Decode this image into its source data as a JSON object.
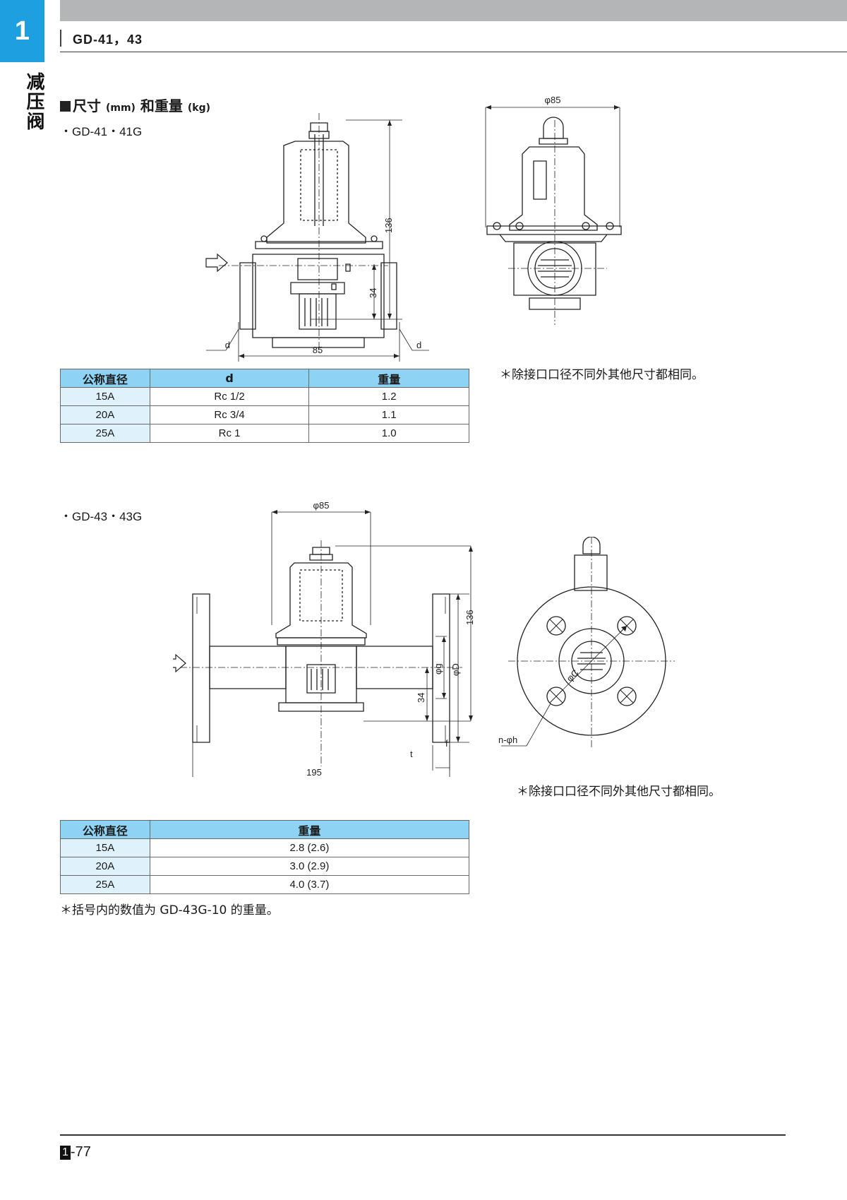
{
  "header": {
    "chapter": "1",
    "category": "减压阀",
    "model": "GD-41，43"
  },
  "section": {
    "marker": "■",
    "title_main": "尺寸",
    "unit1": "(mm)",
    "and_text": "和重量",
    "unit2": "(kg)"
  },
  "gd41": {
    "label": "・GD-41・41G",
    "dims": {
      "phi85": "φ85",
      "h136": "136",
      "h34": "34",
      "w85": "85",
      "d_left": "d",
      "d_right": "d"
    },
    "note": "＊除接口口径不同外其他尺寸都相同。",
    "table": {
      "headers": [
        "公称直径",
        "d",
        "重量"
      ],
      "rows": [
        [
          "15A",
          "Rc 1/2",
          "1.2"
        ],
        [
          "20A",
          "Rc 3/4",
          "1.1"
        ],
        [
          "25A",
          "Rc 1",
          "1.0"
        ]
      ]
    }
  },
  "gd43": {
    "label": "・GD-43・43G",
    "dims": {
      "phi85": "φ85",
      "h136": "136",
      "phig": "φg",
      "phiD": "φD",
      "h34": "34",
      "w195": "195",
      "t": "t",
      "f": "f",
      "phiC": "φC",
      "nphih": "n-φh"
    },
    "note": "＊除接口口径不同外其他尺寸都相同。",
    "table": {
      "headers": [
        "公称直径",
        "重量"
      ],
      "rows": [
        [
          "15A",
          "2.8 (2.6)"
        ],
        [
          "20A",
          "3.0 (2.9)"
        ],
        [
          "25A",
          "4.0 (3.7)"
        ]
      ]
    },
    "footnote": "＊括号内的数值为 GD-43G-10 的重量。"
  },
  "footer": {
    "chapter_box": "1",
    "page": "-77"
  }
}
